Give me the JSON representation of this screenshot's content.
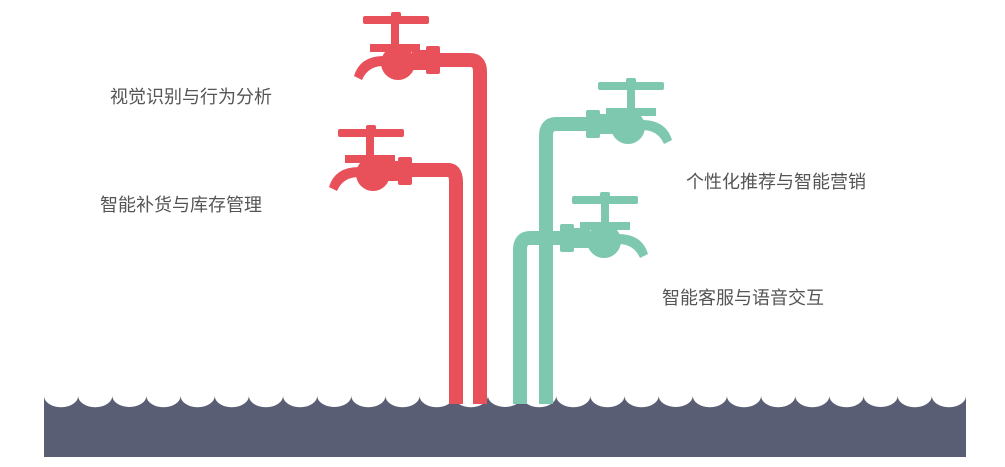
{
  "labels": {
    "left_top": "视觉识别与行为分析",
    "left_bottom": "智能补货与库存管理",
    "right_top": "个性化推荐与智能营销",
    "right_bottom": "智能客服与语音交互"
  },
  "colors": {
    "red_faucet": "#E8515A",
    "green_faucet": "#7DC8AE",
    "water": "#5A5E74",
    "background": "#FFFFFF",
    "text": "#555555"
  },
  "icons": {
    "faucet": "faucet-icon",
    "water": "water-wave-shape"
  }
}
